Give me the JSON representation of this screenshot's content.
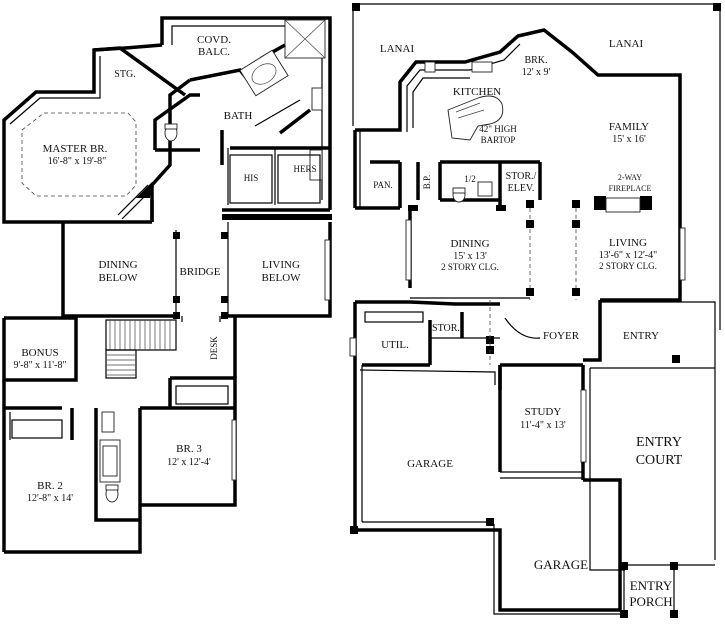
{
  "upper_floor": {
    "covd_balc": "COVD.",
    "covd_balc_2": "BALC.",
    "stg": "STG.",
    "master_br": "MASTER BR.",
    "master_br_dim": "16'-8\" x 19'-8\"",
    "bath": "BATH",
    "his": "HIS",
    "hers": "HERS",
    "dining_below": "DINING",
    "dining_below_2": "BELOW",
    "bridge": "BRIDGE",
    "living_below": "LIVING",
    "living_below_2": "BELOW",
    "bonus": "BONUS",
    "bonus_dim": "9'-8\" x 11'-8\"",
    "desk": "DESK",
    "br2": "BR. 2",
    "br2_dim": "12'-8\" x 14'",
    "br3": "BR. 3",
    "br3_dim": "12' x 12'-4'"
  },
  "lower_floor": {
    "lanai_left": "LANAI",
    "lanai_right": "LANAI",
    "brk": "BRK.",
    "brk_dim": "12' x 9'",
    "kitchen": "KITCHEN",
    "bartop": "42\" HIGH",
    "bartop_2": "BARTOP",
    "family": "FAMILY",
    "family_dim": "15' x 16'",
    "pan": "PAN.",
    "bp": "B.P.",
    "half_bath": "1/2",
    "stor_elev": "STOR./",
    "stor_elev_2": "ELEV.",
    "fireplace": "2-WAY",
    "fireplace_2": "FIREPLACE",
    "dining": "DINING",
    "dining_dim": "15' x 13'",
    "dining_clg": "2 STORY CLG.",
    "living": "LIVING",
    "living_dim": "13'-6\" x 12'-4\"",
    "living_clg": "2 STORY CLG.",
    "util": "UTIL.",
    "stor": "STOR.",
    "foyer": "FOYER",
    "entry": "ENTRY",
    "study": "STUDY",
    "study_dim": "11'-4\" x 13'",
    "garage_left": "GARAGE",
    "garage_right": "GARAGE",
    "entry_court": "ENTRY",
    "entry_court_2": "COURT",
    "entry_porch": "ENTRY",
    "entry_porch_2": "PORCH"
  }
}
